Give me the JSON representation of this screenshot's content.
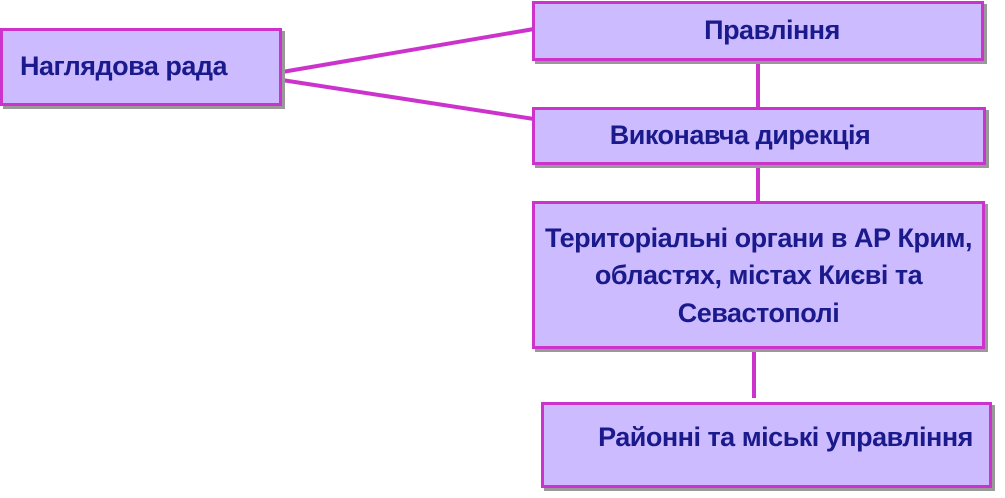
{
  "diagram": {
    "nodes": {
      "supervisory_board": {
        "label": "Наглядова рада"
      },
      "board": {
        "label": "Правління"
      },
      "executive_directorate": {
        "label": "Виконавча дирекція"
      },
      "territorial_bodies": {
        "lines": [
          "Територіальні органи в АР Крим,",
          "областях, містах Києві та",
          "Севастополі"
        ]
      },
      "district_city_offices": {
        "label": "Районні та міські управління"
      }
    },
    "edges": [
      {
        "from": "supervisory_board",
        "to": "board"
      },
      {
        "from": "supervisory_board",
        "to": "executive_directorate"
      },
      {
        "from": "board",
        "to": "executive_directorate"
      },
      {
        "from": "executive_directorate",
        "to": "territorial_bodies"
      },
      {
        "from": "territorial_bodies",
        "to": "district_city_offices"
      }
    ],
    "colors": {
      "box_fill": "#ccbbff",
      "box_border": "#cc33cc",
      "connector": "#cc33cc",
      "text": "#1a1a8c"
    }
  }
}
